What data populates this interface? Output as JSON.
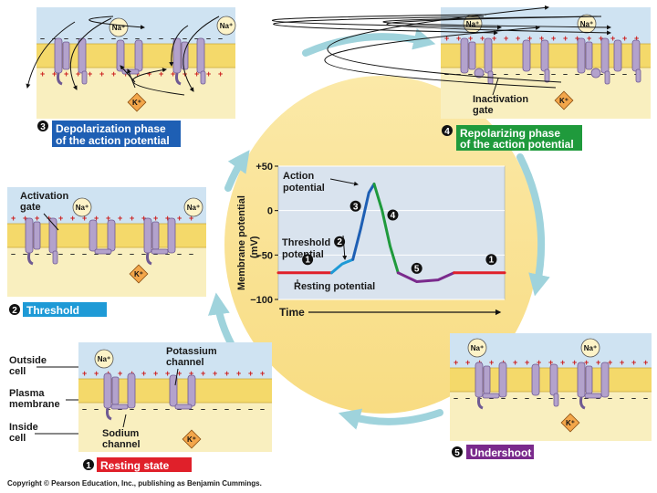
{
  "ions": {
    "na": "Na⁺",
    "k": "K⁺"
  },
  "signs": {
    "plus": "+",
    "minus": "–"
  },
  "phases": [
    {
      "num": "1",
      "label": "Resting state",
      "color": "#e0202a"
    },
    {
      "num": "2",
      "label": "Threshold",
      "color": "#1e9ad6"
    },
    {
      "num": "3",
      "label": "Depolarization phase",
      "label2": "of the action potential",
      "color": "#1e5fb4"
    },
    {
      "num": "4",
      "label": "Repolarizing phase",
      "label2": "of the action potential",
      "color": "#1f9a3c"
    },
    {
      "num": "5",
      "label": "Undershoot",
      "color": "#7a2a8c"
    }
  ],
  "labels": {
    "activation_gate": [
      "Activation",
      "gate"
    ],
    "inactivation_gate": [
      "Inactivation",
      "gate"
    ],
    "outside_cell": [
      "Outside",
      "cell"
    ],
    "plasma_membrane": [
      "Plasma",
      "membrane"
    ],
    "inside_cell": [
      "Inside",
      "cell"
    ],
    "potassium_channel": [
      "Potassium",
      "channel"
    ],
    "sodium_channel": [
      "Sodium",
      "channel"
    ]
  },
  "graph": {
    "ylabel": "Membrane potential",
    "yunit": "(mV)",
    "xlabel": "Time",
    "yticks": [
      "+50",
      "0",
      "−50",
      "−100"
    ],
    "annotations": {
      "action_potential": [
        "Action",
        "potential"
      ],
      "threshold_potential": [
        "Threshold",
        "potential"
      ],
      "resting_potential": "Resting potential"
    },
    "markers": [
      "1",
      "2",
      "3",
      "4",
      "5",
      "1"
    ]
  },
  "chart_data": {
    "type": "line",
    "xlabel": "Time",
    "ylabel": "Membrane potential (mV)",
    "ylim": [
      -100,
      50
    ],
    "x_ticks_shown": false,
    "y_ticks": [
      50,
      0,
      -50,
      -100
    ],
    "grid": true,
    "segments": [
      {
        "phase": 1,
        "color": "#e0202a",
        "x": [
          0,
          1,
          2
        ],
        "y": [
          -70,
          -70,
          -70
        ]
      },
      {
        "phase": 2,
        "color": "#1e9ad6",
        "x": [
          2,
          2.4,
          2.8
        ],
        "y": [
          -70,
          -60,
          -55
        ]
      },
      {
        "phase": 3,
        "color": "#1e5fb4",
        "x": [
          2.8,
          3.1,
          3.4,
          3.6
        ],
        "y": [
          -55,
          -20,
          20,
          30
        ]
      },
      {
        "phase": 4,
        "color": "#1f9a3c",
        "x": [
          3.6,
          3.9,
          4.2,
          4.5
        ],
        "y": [
          30,
          0,
          -40,
          -70
        ]
      },
      {
        "phase": 5,
        "color": "#7a2a8c",
        "x": [
          4.5,
          5.2,
          6.0,
          6.6
        ],
        "y": [
          -70,
          -80,
          -78,
          -70
        ]
      },
      {
        "phase": 1,
        "color": "#e0202a",
        "x": [
          6.6,
          7.5,
          8.5
        ],
        "y": [
          -70,
          -70,
          -70
        ]
      }
    ]
  },
  "footer": {
    "copyright": "Copyright © Pearson Education, Inc., publishing as Benjamin Cummings."
  }
}
